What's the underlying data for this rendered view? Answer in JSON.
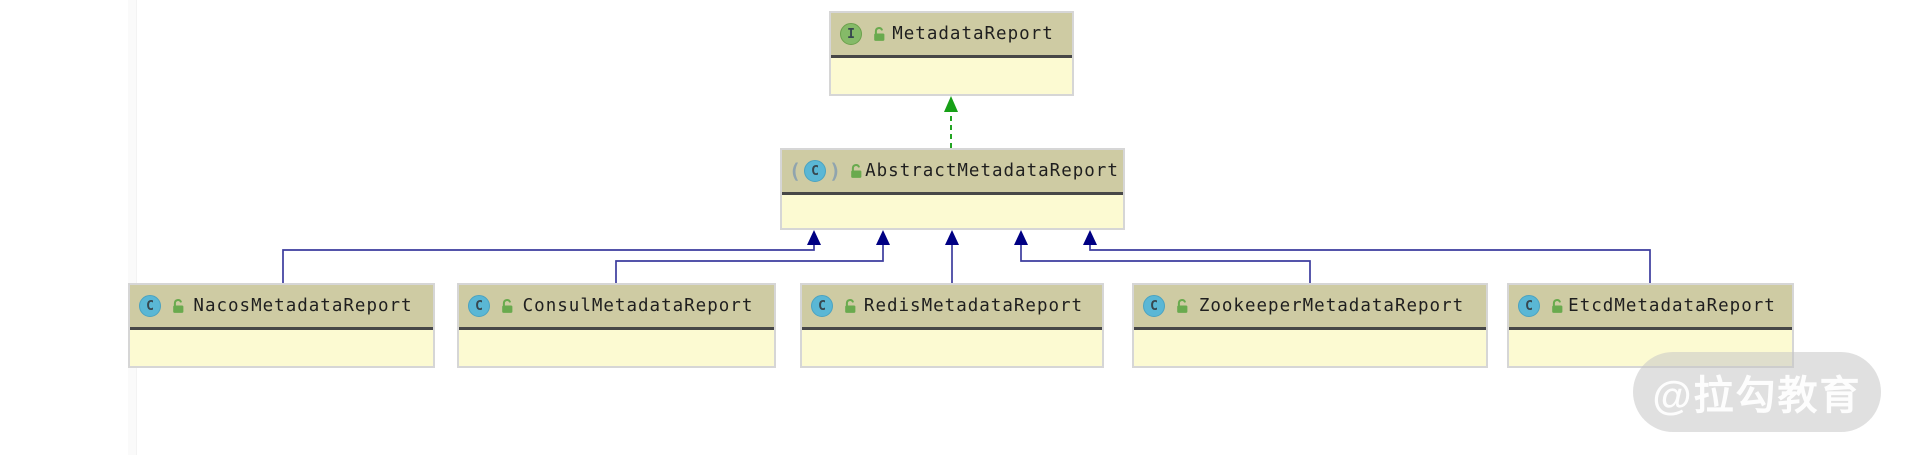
{
  "diagram": {
    "nodes": [
      {
        "label": "MetadataReport",
        "kind": "interface",
        "visibility": "public"
      },
      {
        "label": "AbstractMetadataReport",
        "kind": "abstract-class",
        "visibility": "public"
      },
      {
        "label": "NacosMetadataReport",
        "kind": "class",
        "visibility": "public"
      },
      {
        "label": "ConsulMetadataReport",
        "kind": "class",
        "visibility": "public"
      },
      {
        "label": "RedisMetadataReport",
        "kind": "class",
        "visibility": "public"
      },
      {
        "label": "ZookeeperMetadataReport",
        "kind": "class",
        "visibility": "public"
      },
      {
        "label": "EtcdMetadataReport",
        "kind": "class",
        "visibility": "public"
      }
    ],
    "icons": {
      "interface_letter": "I",
      "class_letter": "C",
      "abstract_paren_open": "(",
      "abstract_paren_close": ")",
      "lock": "open-lock-icon"
    },
    "edges": [
      {
        "from": "AbstractMetadataReport",
        "to": "MetadataReport",
        "type": "implements"
      },
      {
        "from": "NacosMetadataReport",
        "to": "AbstractMetadataReport",
        "type": "extends"
      },
      {
        "from": "ConsulMetadataReport",
        "to": "AbstractMetadataReport",
        "type": "extends"
      },
      {
        "from": "RedisMetadataReport",
        "to": "AbstractMetadataReport",
        "type": "extends"
      },
      {
        "from": "ZookeeperMetadataReport",
        "to": "AbstractMetadataReport",
        "type": "extends"
      },
      {
        "from": "EtcdMetadataReport",
        "to": "AbstractMetadataReport",
        "type": "extends"
      }
    ],
    "colors": {
      "canvas_bg": "#ffffff",
      "box_header_bg": "#cecba3",
      "box_body_bg": "#fcfad2",
      "box_border": "#d6d6d6",
      "box_separator": "#474747",
      "label_text": "#1f1f1f",
      "extends_line": "#3c3c9e",
      "extends_arrow": "#000083",
      "implements_line": "#17a017",
      "interface_icon_bg": "#85ba68",
      "interface_icon_border": "#6ba14c",
      "class_icon_bg": "#5ab7d5",
      "class_icon_border": "#4aa3c2",
      "icon_letter": "#37474f",
      "paren": "#90a4ae",
      "lock_green": "#69aa4e"
    },
    "watermark": {
      "text": "@拉勾教育"
    }
  }
}
